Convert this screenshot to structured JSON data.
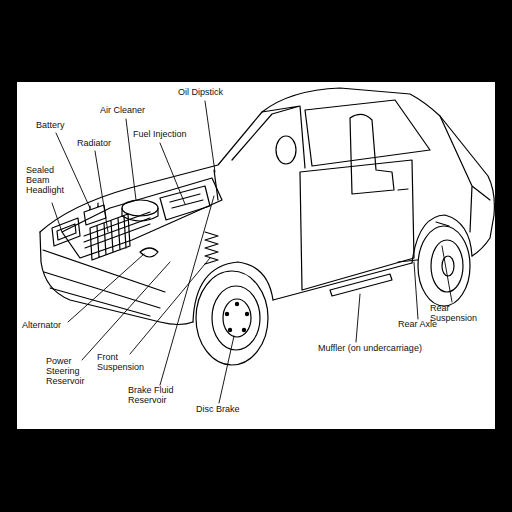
{
  "diagram": {
    "labels": [
      "Oil Dipstick",
      "Air Cleaner",
      "Battery",
      "Radiator",
      "Fuel Injection",
      "Sealed Beam Headlight",
      "Alternator",
      "Power Steering Reservoir",
      "Front Suspension",
      "Brake Fluid Reservoir",
      "Disc Brake",
      "Muffler (on undercarriage)",
      "Rear Axle",
      "Rear Suspension"
    ]
  }
}
